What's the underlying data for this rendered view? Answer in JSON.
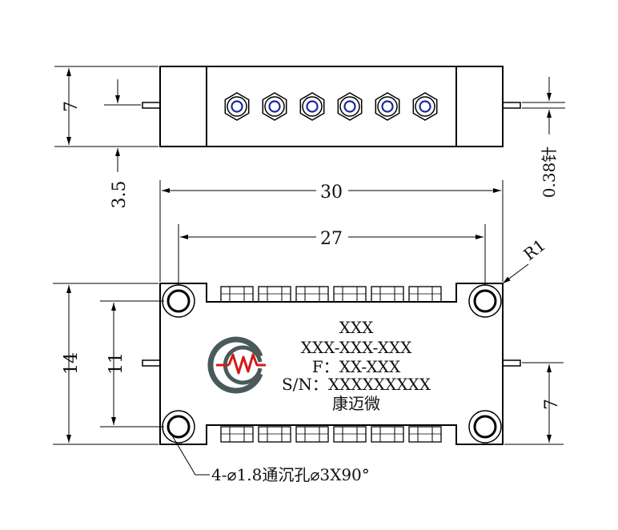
{
  "drawing": {
    "dimensions": {
      "top_height": "7",
      "pin_offset": "3.5",
      "pin_diameter": "0.38针",
      "overall_length": "30",
      "hole_spacing": "27",
      "corner_radius": "R1",
      "overall_width": "14",
      "hole_vertical_spacing": "11",
      "pin_position": "7"
    },
    "label": {
      "line1": "XXX",
      "line2": "XXX-XXX-XXX",
      "line3": "F：XX-XXX",
      "line4": "S/N：XXXXXXXXX",
      "line5": "康迈微"
    },
    "hole_note": "4-⌀1.8通沉孔⌀3X90°",
    "colors": {
      "line": "#000000",
      "connector_inner": "#1a2a9c",
      "logo_gray": "#4a5a5a",
      "logo_red": "#d11a1a"
    }
  }
}
